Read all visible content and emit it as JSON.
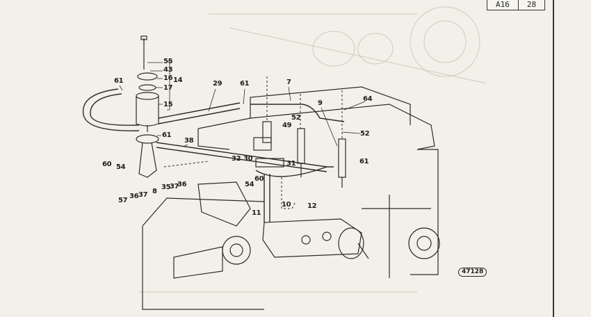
{
  "header": {
    "section": "A16",
    "page": "28"
  },
  "figure_number": "47128",
  "callouts": [
    "55",
    "43",
    "16",
    "17",
    "14",
    "15",
    "61",
    "61",
    "29",
    "61",
    "7",
    "9",
    "64",
    "52",
    "49",
    "52",
    "38",
    "60",
    "54",
    "32",
    "30",
    "31",
    "61",
    "54",
    "60",
    "8",
    "35",
    "37",
    "36",
    "57",
    "36",
    "37",
    "10",
    "12",
    "11"
  ]
}
